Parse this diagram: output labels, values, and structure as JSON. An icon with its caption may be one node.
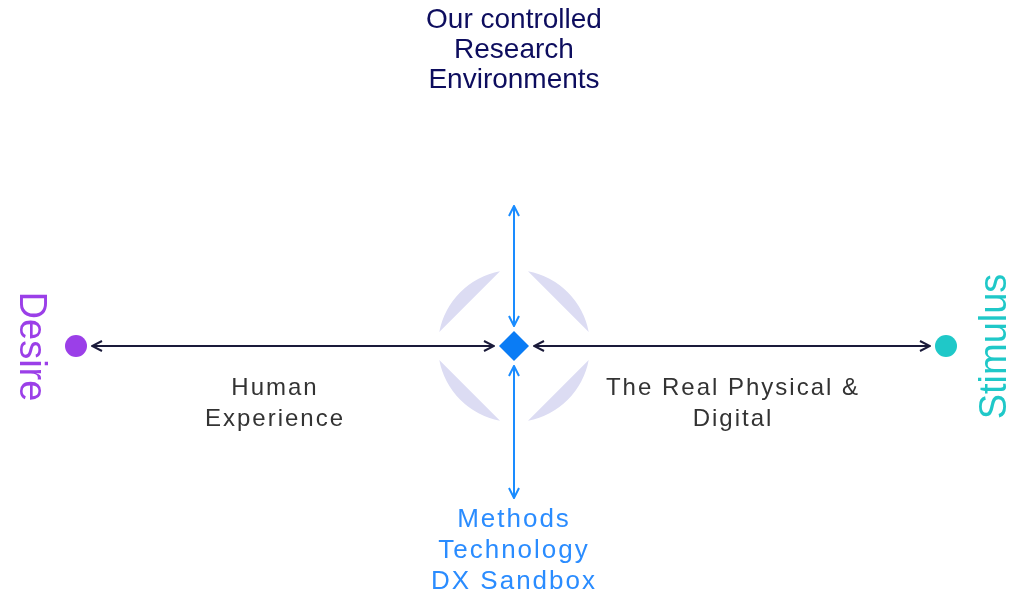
{
  "diagram": {
    "title": "Our controlled Research Environments",
    "nodes": [
      {
        "text": [],
        "shape": "circle",
        "beside": [
          "Desire"
        ]
      },
      {
        "text": [],
        "shape": "diamond"
      },
      {
        "text": [],
        "shape": "circle",
        "beside": [
          "Stimulus"
        ]
      },
      {
        "text": [
          "Methods Technology DX Sandbox"
        ]
      }
    ],
    "edges": [
      {
        "from": 0,
        "to": 1,
        "arrow": "both",
        "label": "Human Experience"
      },
      {
        "from": 1,
        "to": 2,
        "arrow": "both",
        "label": "The Real Physical & Digital"
      },
      {
        "from": null,
        "to": 1,
        "arrow": "both",
        "color": "#1a8cff"
      },
      {
        "from": 1,
        "to": 3,
        "arrow": "both",
        "color": "#1a8cff"
      }
    ]
  }
}
